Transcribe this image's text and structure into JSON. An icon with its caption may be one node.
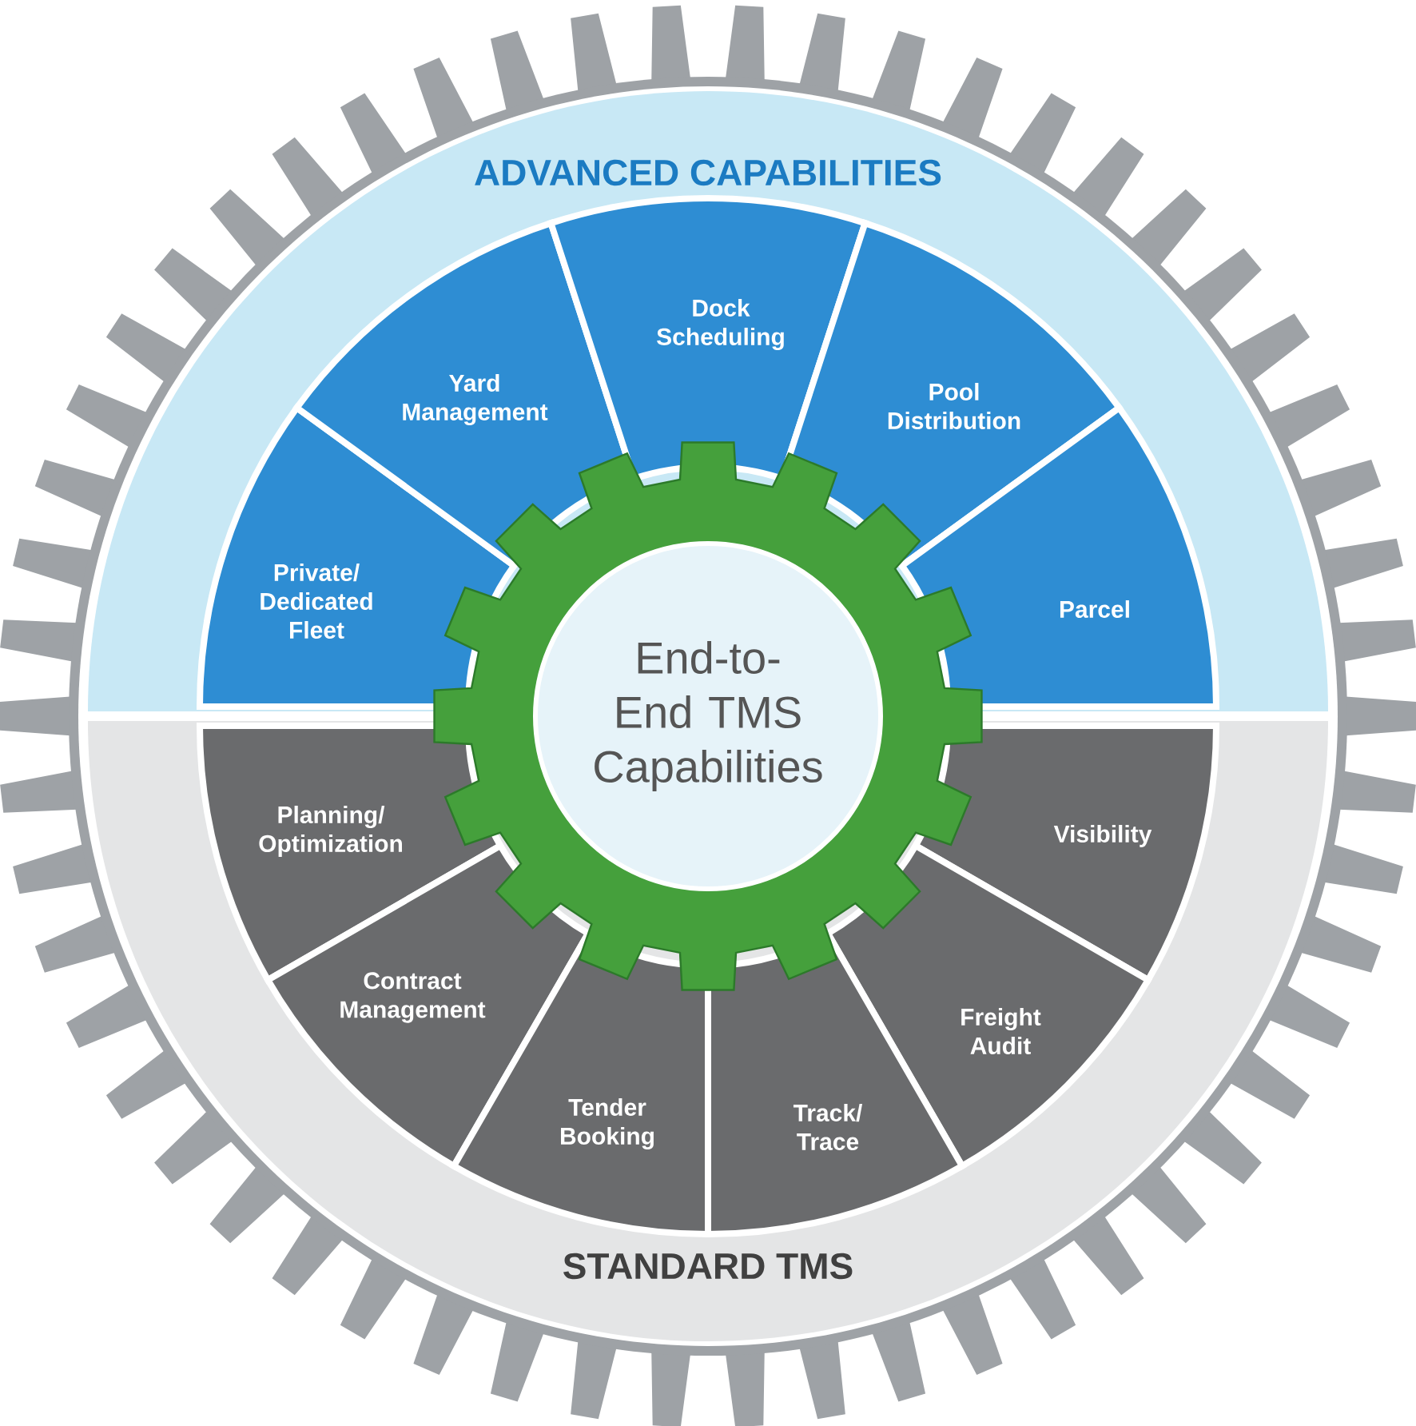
{
  "diagram": {
    "nodes": [
      {
        "text": [
          "ADVANCED CAPABILITIES"
        ]
      },
      {
        "text": [
          "Private/ Dedicated Fleet"
        ]
      },
      {
        "text": [
          "Yard Management"
        ]
      },
      {
        "text": [
          "Dock Scheduling"
        ]
      },
      {
        "text": [
          "Pool Distribution"
        ]
      },
      {
        "text": [
          "Parcel"
        ]
      },
      {
        "text": [
          "End-to-End TMS Capabilities"
        ]
      },
      {
        "text": [
          "STANDARD TMS"
        ]
      },
      {
        "text": [
          "Planning/ Optimization"
        ]
      },
      {
        "text": [
          "Visibility"
        ]
      },
      {
        "text": [
          "Contract Management"
        ]
      },
      {
        "text": [
          "Freight Audit"
        ]
      },
      {
        "text": [
          "Tender Booking"
        ]
      },
      {
        "text": [
          "Track/ Trace"
        ]
      }
    ]
  }
}
